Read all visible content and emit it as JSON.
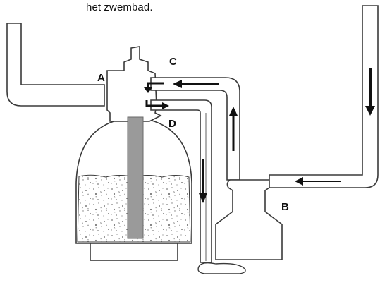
{
  "caption": "het zwembad.",
  "labels": {
    "a": "A",
    "b": "B",
    "c": "C",
    "d": "D"
  },
  "colors": {
    "outline": "#3a3a3a",
    "arrow": "#111111",
    "pipe_center": "#777777",
    "gravel": "#7a7a7a"
  }
}
